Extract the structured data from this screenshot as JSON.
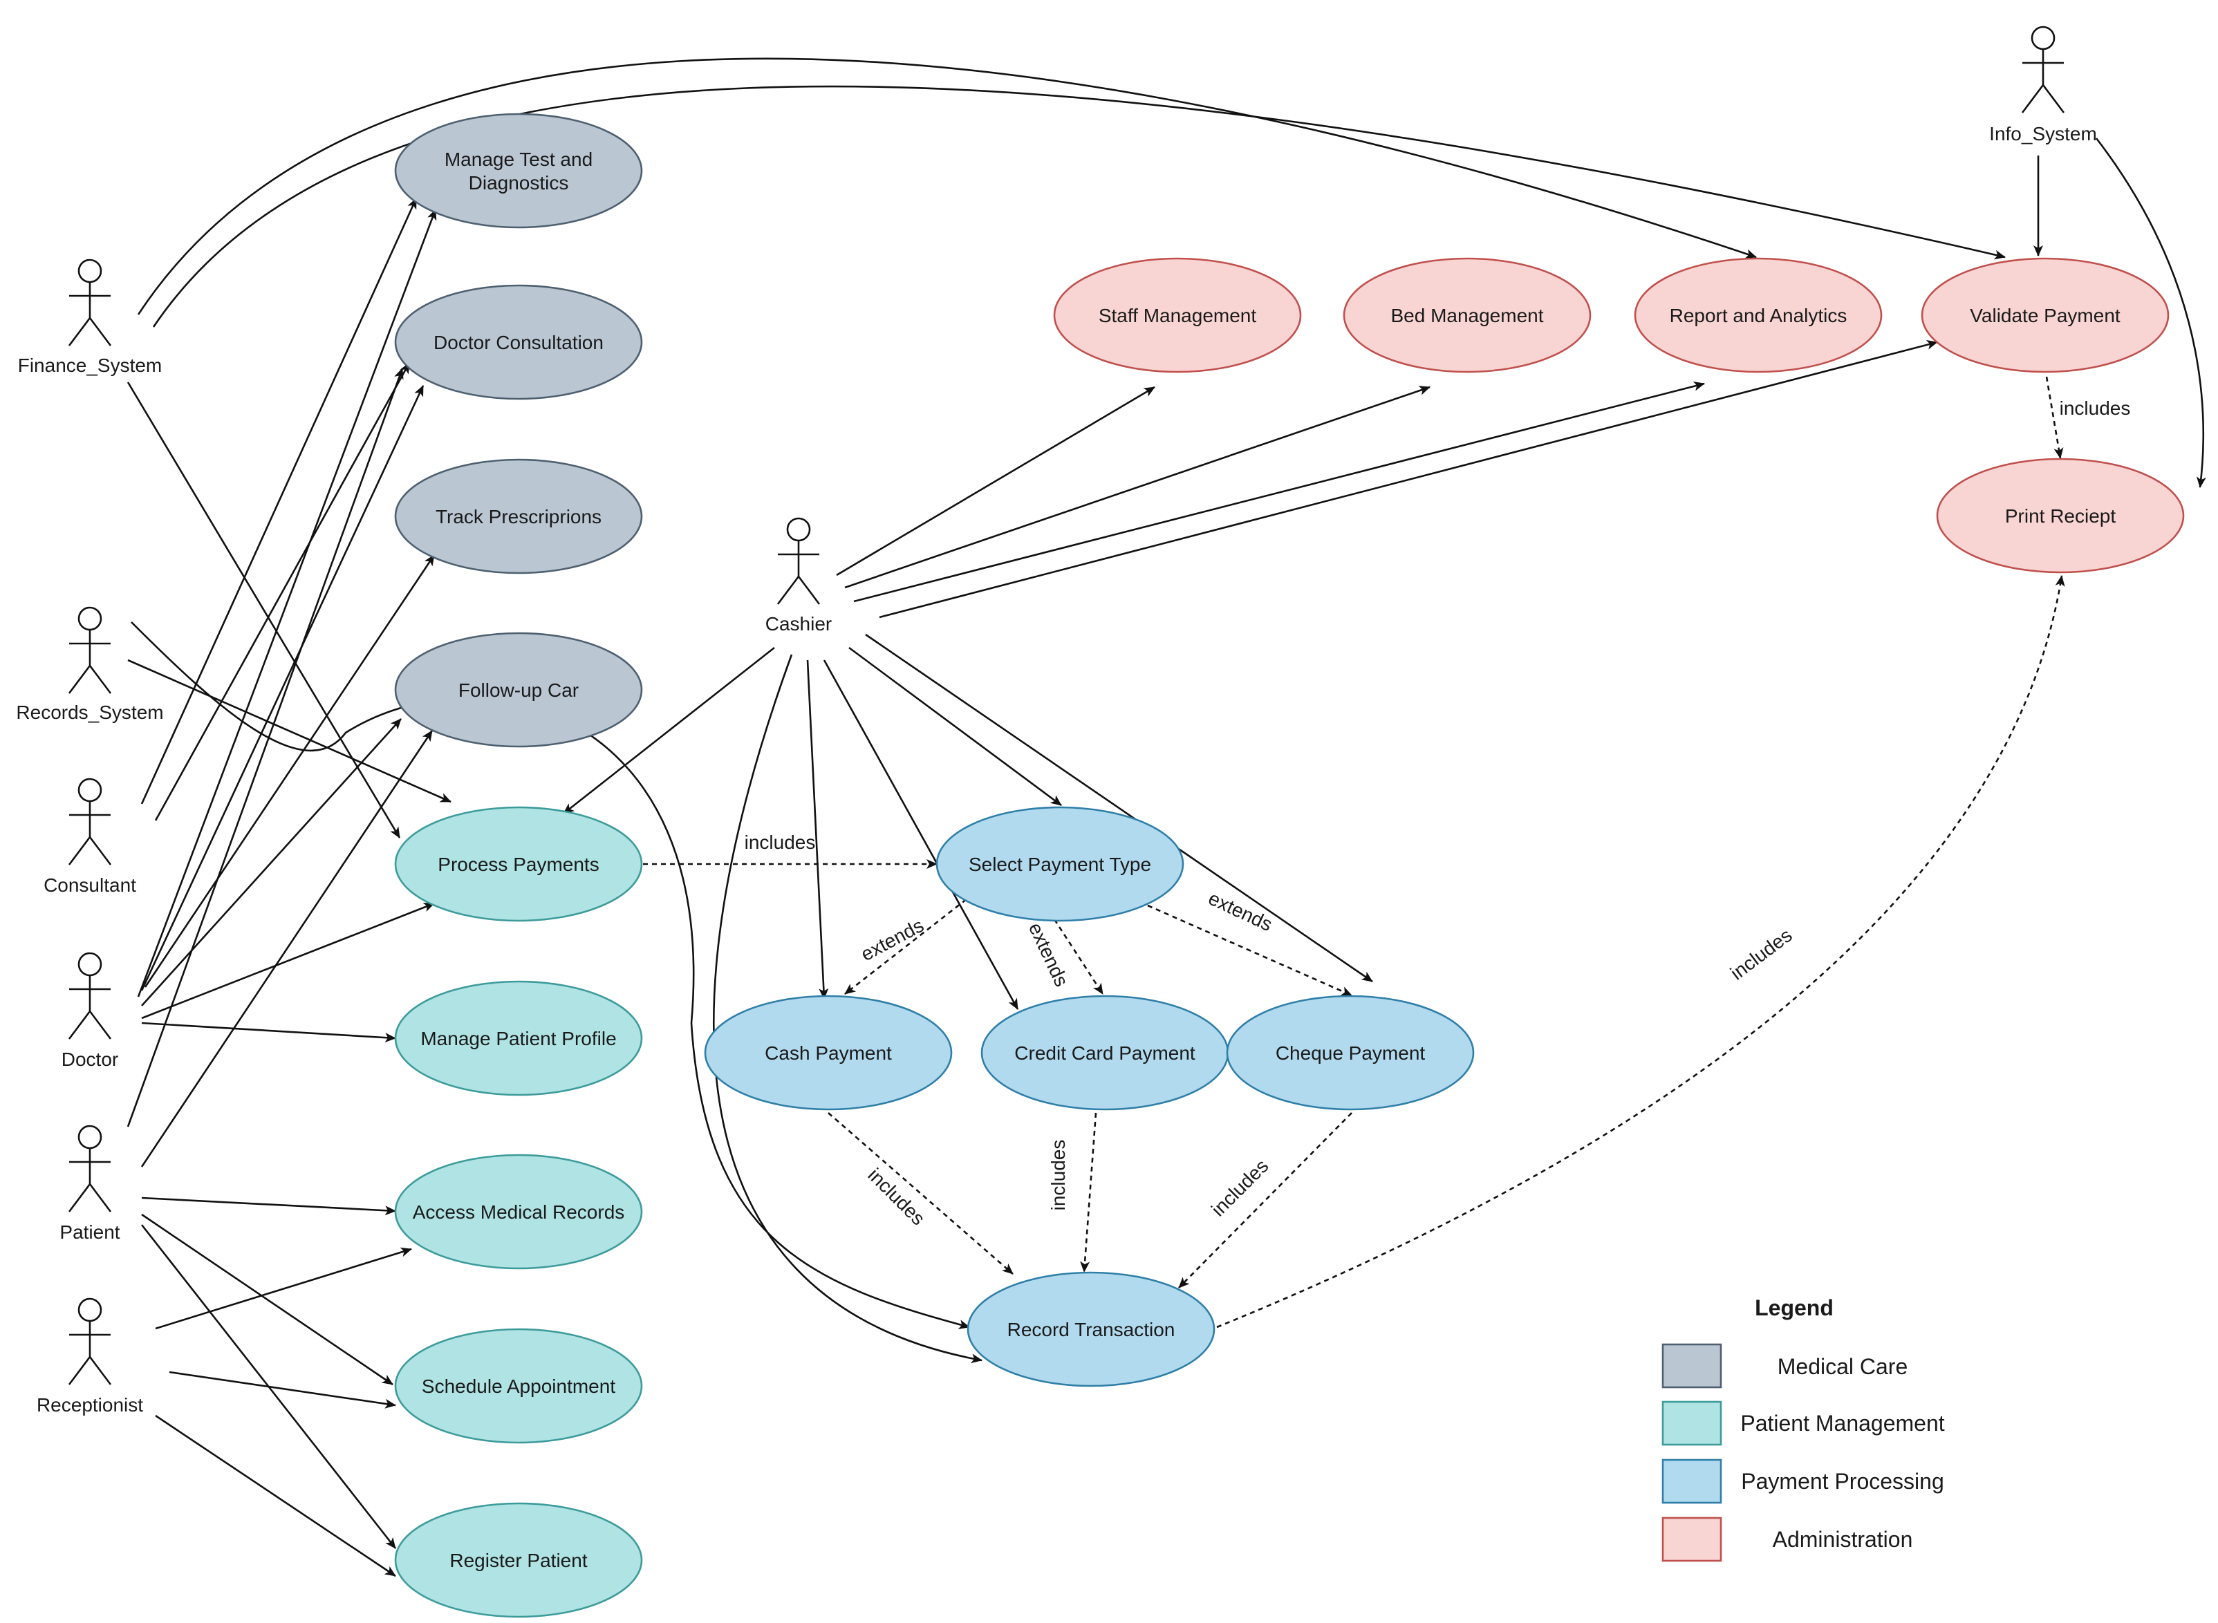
{
  "actors": {
    "finance_system": "Finance_System",
    "records_system": "Records_System",
    "consultant": "Consultant",
    "doctor": "Doctor",
    "patient": "Patient",
    "receptionist": "Receptionist",
    "cashier": "Cashier",
    "info_system": "Info_System"
  },
  "use_cases": {
    "manage_tests": [
      "Manage Test and",
      "Diagnostics"
    ],
    "doctor_consultation": "Doctor Consultation",
    "track_prescriptions": "Track Prescriprions",
    "follow_up": "Follow-up Car",
    "process_payments": "Process Payments",
    "manage_patient_profile": "Manage Patient Profile",
    "access_medical_records": "Access Medical Records",
    "schedule_appointment": "Schedule Appointment",
    "register_patient": "Register Patient",
    "select_payment_type": "Select Payment Type",
    "cash_payment": "Cash Payment",
    "credit_card_payment": "Credit Card Payment",
    "cheque_payment": "Cheque Payment",
    "record_transaction": "Record Transaction",
    "staff_management": "Staff Management",
    "bed_management": "Bed Management",
    "report_analytics": "Report and Analytics",
    "validate_payment": "Validate Payment",
    "print_receipt": "Print Reciept"
  },
  "relations": {
    "includes": "includes",
    "extends": "extends"
  },
  "legend": {
    "title": "Legend",
    "items": [
      "Medical Care",
      "Patient Management",
      "Payment Processing",
      "Administration"
    ]
  },
  "colors": {
    "medical_care_fill": "#bac6d2",
    "medical_care_stroke": "#4e6070",
    "patient_mgmt_fill": "#b0e3e3",
    "patient_mgmt_stroke": "#3d9b9b",
    "payment_fill": "#b2daee",
    "payment_stroke": "#2f7fa8",
    "admin_fill": "#f8d5d2",
    "admin_stroke": "#c0504d",
    "line": "#111111"
  }
}
